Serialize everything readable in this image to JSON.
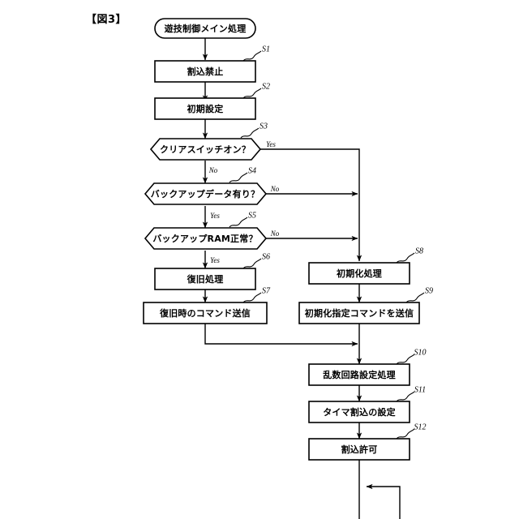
{
  "figure": {
    "label": "【図3】"
  },
  "flowchart": {
    "title": "遊技制御メイン処理",
    "nodes": [
      {
        "id": "start",
        "type": "terminator",
        "text": "遊技制御メイン処理",
        "step": ""
      },
      {
        "id": "s1",
        "type": "process",
        "text": "割込禁止",
        "step": "S1"
      },
      {
        "id": "s2",
        "type": "process",
        "text": "初期設定",
        "step": "S2"
      },
      {
        "id": "s3",
        "type": "decision",
        "text": "クリアスイッチオン？",
        "step": "S3"
      },
      {
        "id": "s4",
        "type": "decision",
        "text": "バックアップデータ有り？",
        "step": "S4"
      },
      {
        "id": "s5",
        "type": "decision",
        "text": "バックアップRAM正常？",
        "step": "S5"
      },
      {
        "id": "s6",
        "type": "process",
        "text": "復旧処理",
        "step": "S6"
      },
      {
        "id": "s7",
        "type": "process",
        "text": "復旧時のコマンド送信",
        "step": "S7"
      },
      {
        "id": "s8",
        "type": "process",
        "text": "初期化処理",
        "step": "S8"
      },
      {
        "id": "s9",
        "type": "process",
        "text": "初期化指定コマンドを送信",
        "step": "S9"
      },
      {
        "id": "s10",
        "type": "process",
        "text": "乱数回路設定処理",
        "step": "S10"
      },
      {
        "id": "s11",
        "type": "process",
        "text": "タイマ割込の設定",
        "step": "S11"
      },
      {
        "id": "s12",
        "type": "process",
        "text": "割込許可",
        "step": "S12"
      }
    ],
    "edge_labels": [
      {
        "id": "s3-yes",
        "text": "Yes"
      },
      {
        "id": "s3-no",
        "text": "No"
      },
      {
        "id": "s4-no",
        "text": "No"
      },
      {
        "id": "s4-yes",
        "text": "Yes"
      },
      {
        "id": "s5-no",
        "text": "No"
      },
      {
        "id": "s5-yes",
        "text": "Yes"
      }
    ],
    "colors": {
      "stroke": "#000000",
      "fill": "#ffffff",
      "background": "#ffffff"
    }
  }
}
